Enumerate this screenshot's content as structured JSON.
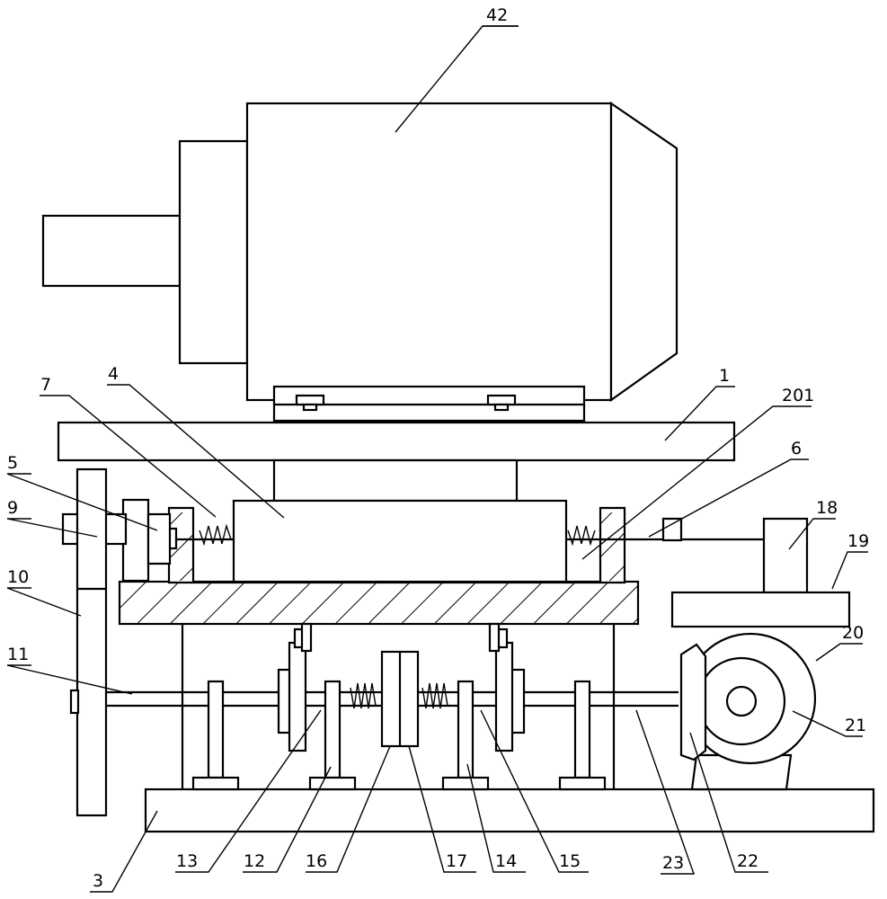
{
  "callouts": [
    {
      "id": "42",
      "text": "42"
    },
    {
      "id": "1",
      "text": "1"
    },
    {
      "id": "201",
      "text": "201"
    },
    {
      "id": "7",
      "text": "7"
    },
    {
      "id": "4",
      "text": "4"
    },
    {
      "id": "6",
      "text": "6"
    },
    {
      "id": "5",
      "text": "5"
    },
    {
      "id": "9",
      "text": "9"
    },
    {
      "id": "18",
      "text": "18"
    },
    {
      "id": "19",
      "text": "19"
    },
    {
      "id": "10",
      "text": "10"
    },
    {
      "id": "20",
      "text": "20"
    },
    {
      "id": "11",
      "text": "11"
    },
    {
      "id": "21",
      "text": "21"
    },
    {
      "id": "3",
      "text": "3"
    },
    {
      "id": "13",
      "text": "13"
    },
    {
      "id": "12",
      "text": "12"
    },
    {
      "id": "16",
      "text": "16"
    },
    {
      "id": "17",
      "text": "17"
    },
    {
      "id": "14",
      "text": "14"
    },
    {
      "id": "15",
      "text": "15"
    },
    {
      "id": "23",
      "text": "23"
    },
    {
      "id": "22",
      "text": "22"
    }
  ]
}
